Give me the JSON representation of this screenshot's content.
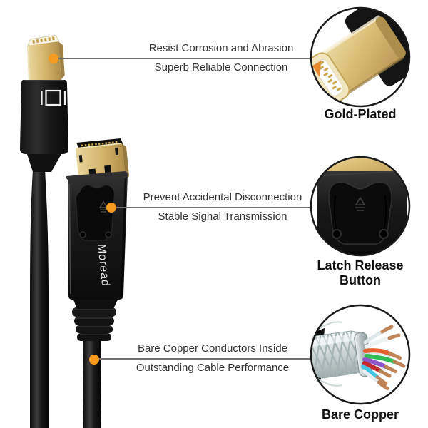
{
  "brand": "Moread",
  "callouts": [
    {
      "line1": "Resist Corrosion and Abrasion",
      "line2": "Superb Reliable Connection"
    },
    {
      "line1": "Prevent Accidental Disconnection",
      "line2": "Stable Signal Transmission"
    },
    {
      "line1": "Bare Copper Conductors Inside",
      "line2": "Outstanding Cable Performance"
    }
  ],
  "insets": [
    {
      "label": "Gold-Plated"
    },
    {
      "label": "Latch Release Button"
    },
    {
      "label": "Bare Copper"
    }
  ],
  "icons": {
    "mini-dp-port-icon": "|▯|",
    "latch-eject-icon": "⏏"
  },
  "colors": {
    "accent_dot": "#F59B20",
    "leader_line": "#6F6F6F",
    "gold": "#D7BA70",
    "connector_black": "#161616",
    "text": "#333333"
  }
}
